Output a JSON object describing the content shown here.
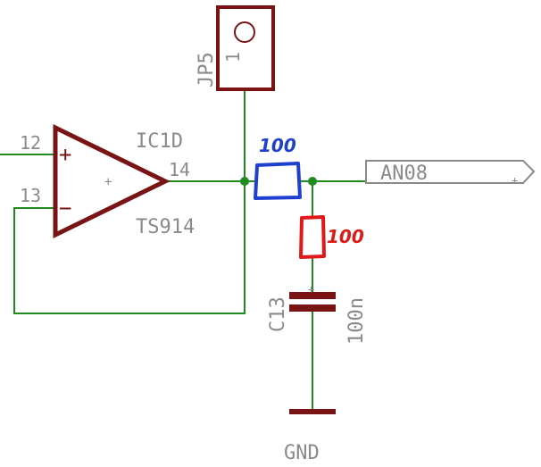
{
  "colors": {
    "wire": "#1e8c1e",
    "part": "#7a1414",
    "label": "#8a8a8a",
    "blue_annotation": "#1f3fcf",
    "red_annotation": "#e01818",
    "junction": "#1e8c1e"
  },
  "jumper": {
    "name": "JP5",
    "pin": "1"
  },
  "opamp": {
    "name": "IC1D",
    "value": "TS914",
    "pin_noninv": "12",
    "pin_inv": "13",
    "pin_out": "14",
    "plus_sign": "+",
    "minus_sign": "−"
  },
  "net_label": {
    "text": "AN08"
  },
  "capacitor": {
    "name": "C13",
    "value": "100n"
  },
  "ground": {
    "text": "GND"
  },
  "annotations": {
    "blue_resistor_value": "100",
    "red_resistor_value": "100"
  }
}
